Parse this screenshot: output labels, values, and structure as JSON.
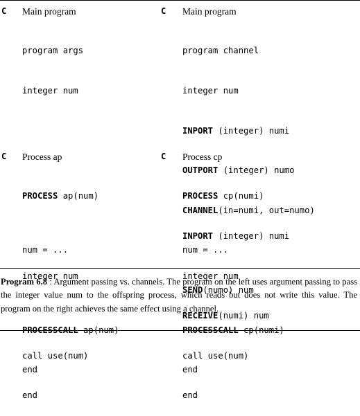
{
  "left_program": {
    "marker1": "C",
    "comment1": "Main program",
    "lines1": [
      "program args",
      "integer num",
      "",
      "",
      "",
      "num = ...",
      "",
      "PROCESSCALL ap(num)",
      "end"
    ],
    "marker2": "C",
    "comment2": "Process ap",
    "lines2": [
      "PROCESS ap(num)",
      "",
      "integer num",
      "",
      "call use(num)",
      "end"
    ]
  },
  "right_program": {
    "marker1": "C",
    "comment1": "Main program",
    "lines1": [
      "program channel",
      "integer num",
      "INPORT (integer) numi",
      "OUTPORT (integer) numo",
      "CHANNEL(in=numi, out=numo)",
      "num = ...",
      "SEND(numo) num",
      "PROCESSCALL cp(numi)",
      "end"
    ],
    "marker2": "C",
    "comment2": "Process cp",
    "lines2": [
      "PROCESS cp(numi)",
      "INPORT (integer) numi",
      "integer num",
      "RECEIVE(numi) num",
      "call use(num)",
      "end"
    ]
  },
  "caption": {
    "label": "Program 6.8",
    "text": " : Argument passing vs. channels. The program on the left uses argument passing to pass the integer value num to the offspring process, which reads but does not write this value. The program on the right achieves the same effect using a channel."
  }
}
